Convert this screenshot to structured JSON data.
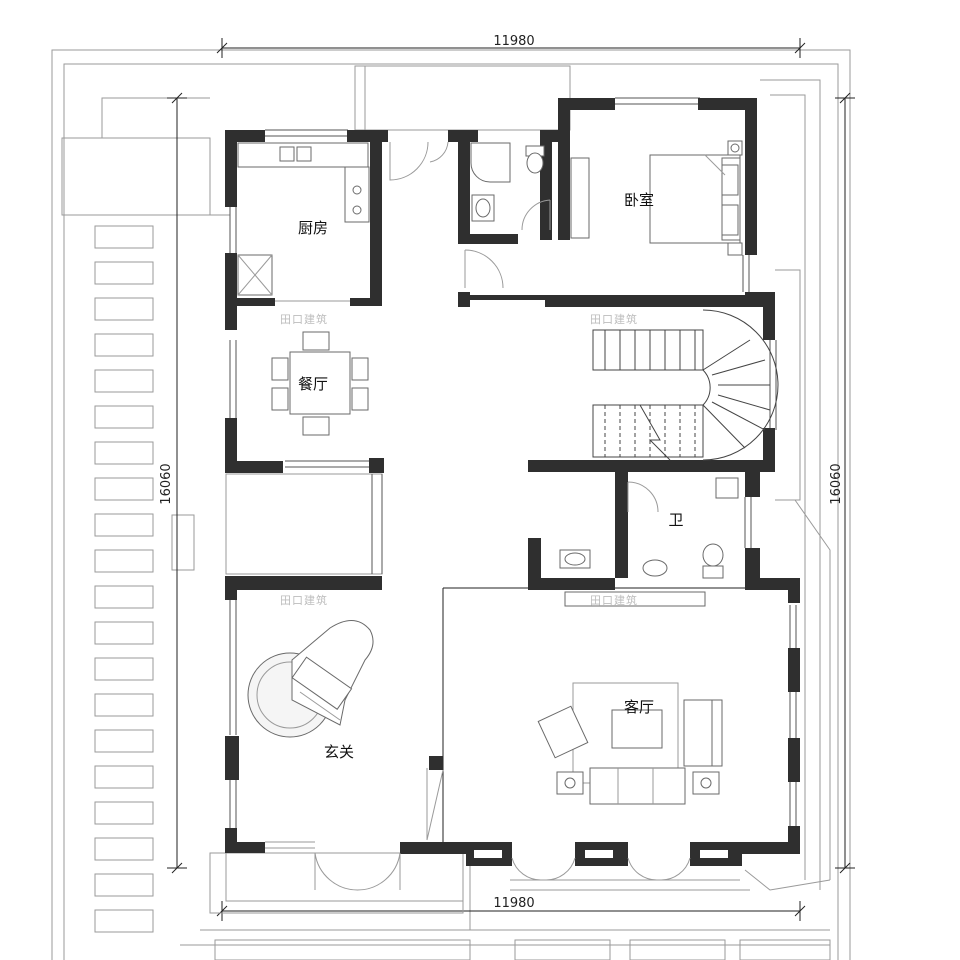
{
  "dimensions": {
    "top_width": "11980",
    "bottom_width": "11980",
    "left_height": "16060",
    "right_height": "16060"
  },
  "rooms": {
    "kitchen": "厨房",
    "dining": "餐厅",
    "bedroom": "卧室",
    "bathroom": "卫",
    "living_room": "客厅",
    "entrance": "玄关"
  },
  "watermark": "田口建筑",
  "colors": {
    "wall": "#2f2f2f",
    "line": "#9a9a9a",
    "background": "#ffffff",
    "watermark": "#bdbdbd"
  }
}
